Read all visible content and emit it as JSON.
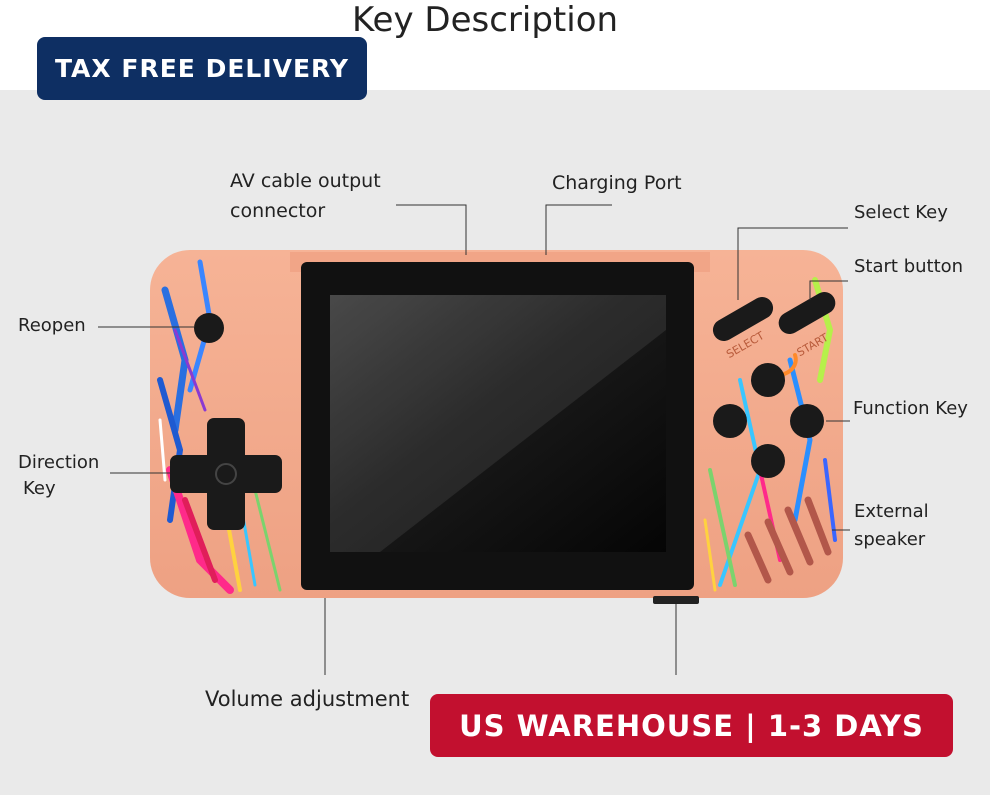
{
  "header": {
    "title": "Key Description"
  },
  "badges": {
    "tax_free": "TAX FREE DELIVERY",
    "us_warehouse": "US WAREHOUSE | 1-3 DAYS"
  },
  "labels": {
    "av_cable_line1": "AV cable output",
    "av_cable_line2": "connector",
    "charging_port": "Charging Port",
    "select_key": "Select Key",
    "start_button": "Start button",
    "reopen": "Reopen",
    "direction_key_line1": "Direction",
    "direction_key_line2": "Key",
    "function_key": "Function Key",
    "external_speaker_line1": "External",
    "external_speaker_line2": "speaker",
    "volume_adjustment": "Volume adjustment"
  },
  "device": {
    "button_select_text": "SELECT",
    "button_start_text": "START",
    "body_color": "#f3a98a",
    "screen_bezel_color": "#111111"
  },
  "colors": {
    "tax_badge": "#0e2f63",
    "us_badge": "#c2102f",
    "panel_background": "#eaeaea"
  }
}
